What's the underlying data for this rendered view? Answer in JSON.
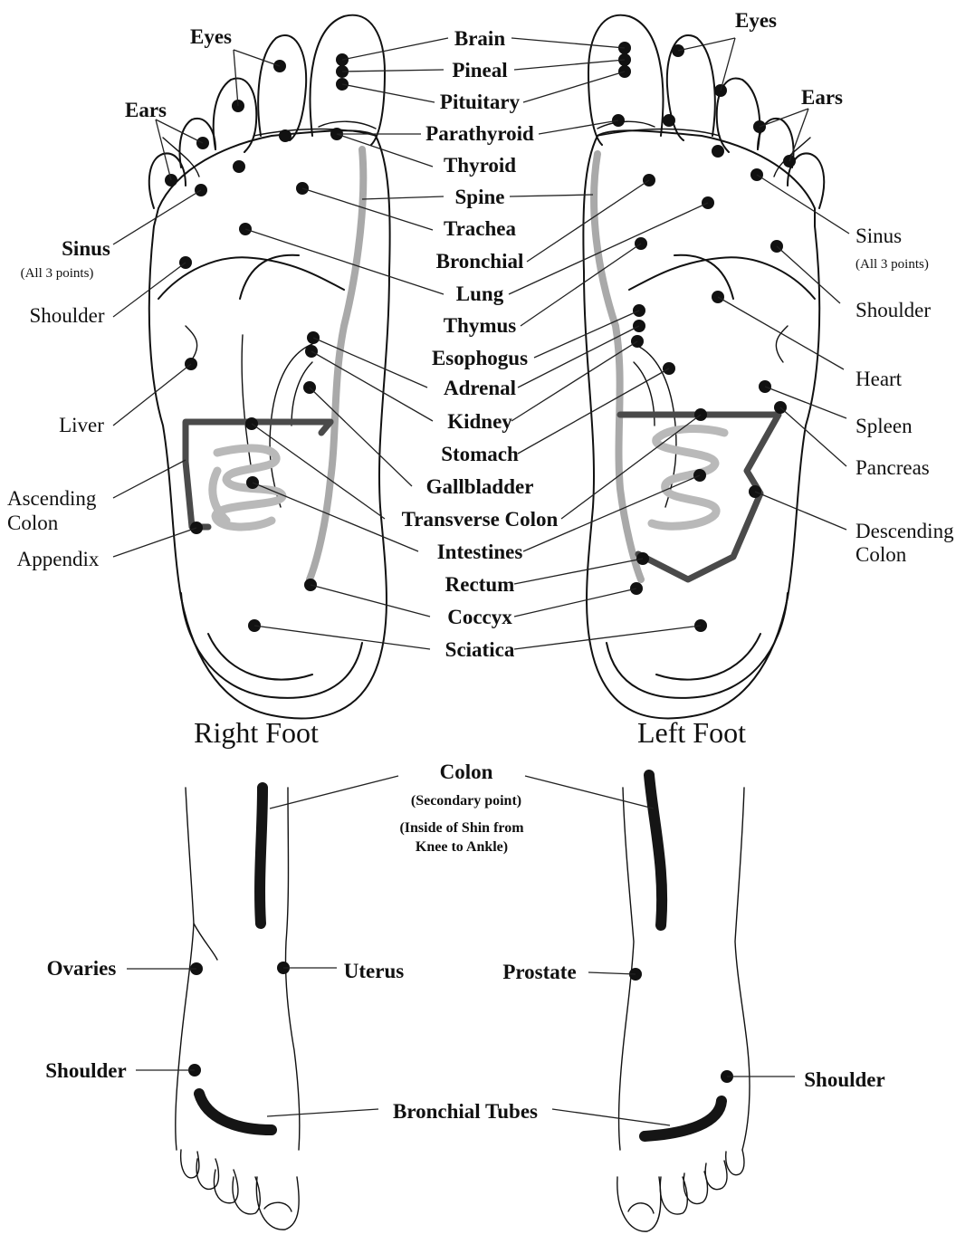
{
  "top_labels": {
    "center": [
      "Brain",
      "Pineal",
      "Pituitary",
      "Parathyroid",
      "Thyroid",
      "Spine",
      "Trachea",
      "Bronchial",
      "Lung",
      "Thymus",
      "Esophogus",
      "Adrenal",
      "Kidney",
      "Stomach",
      "Gallbladder",
      "Transverse Colon",
      "Intestines",
      "Rectum",
      "Coccyx",
      "Sciatica"
    ],
    "right_side": {
      "eyes": "Eyes",
      "ears": "Ears",
      "sinus": "Sinus",
      "sinus_note": "(All 3 points)",
      "shoulder": "Shoulder",
      "liver": "Liver",
      "ascending_colon_1": "Ascending",
      "ascending_colon_2": "Colon",
      "appendix": "Appendix"
    },
    "left_side": {
      "eyes": "Eyes",
      "ears": "Ears",
      "sinus": "Sinus",
      "sinus_note": "(All 3 points)",
      "shoulder": "Shoulder",
      "heart": "Heart",
      "spleen": "Spleen",
      "pancreas": "Pancreas",
      "descending_colon_1": "Descending",
      "descending_colon_2": "Colon"
    }
  },
  "titles": {
    "right_foot": "Right Foot",
    "left_foot": "Left Foot"
  },
  "bottom_labels": {
    "colon": "Colon",
    "colon_note": "(Secondary point)",
    "colon_desc_1": "(Inside of Shin from",
    "colon_desc_2": "Knee to Ankle)",
    "ovaries": "Ovaries",
    "uterus": "Uterus",
    "prostate": "Prostate",
    "shoulder_right": "Shoulder",
    "shoulder_left": "Shoulder",
    "bronchial_tubes": "Bronchial Tubes"
  }
}
